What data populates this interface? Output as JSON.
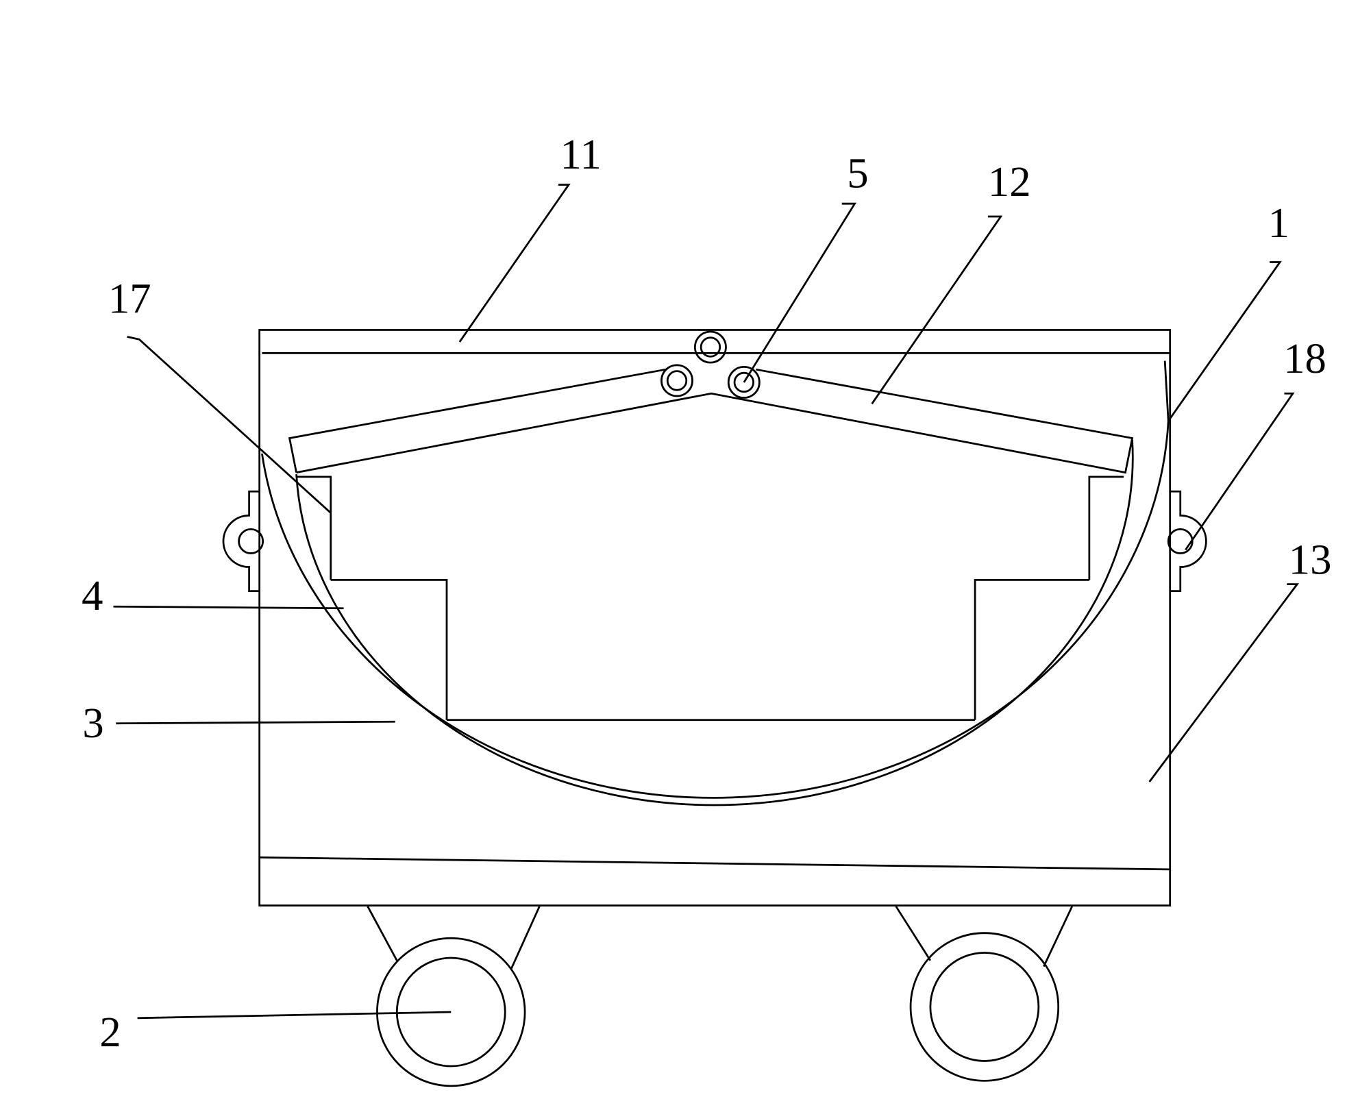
{
  "figure": {
    "labels": {
      "cart_top_frame": "11",
      "roller": "5",
      "roof_cover": "12",
      "curved_tank": "1",
      "support_block": "17",
      "lifting_lug": "18",
      "cart_body": "13",
      "step_block": "4",
      "base_plate": "3",
      "wheel": "2"
    },
    "colors": {
      "line": "#000000",
      "background": "#ffffff"
    }
  }
}
